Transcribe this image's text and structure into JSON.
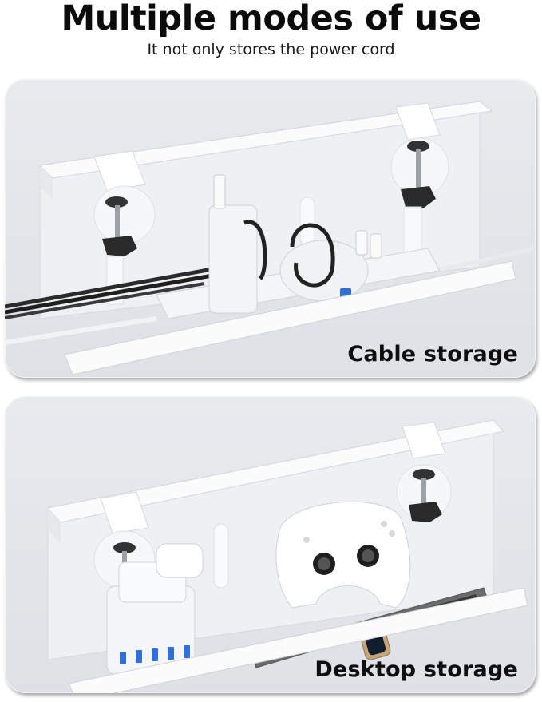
{
  "header": {
    "title": "Multiple modes of use",
    "subtitle": "It not only stores the power cord"
  },
  "panels": [
    {
      "caption": "Cable storage",
      "scene": "under-desk cable tray with clamps holding power strip, adapter, USB hub and cables",
      "icons": [
        "cable-tray",
        "clamp",
        "power-strip",
        "power-adapter",
        "usb-hub",
        "cables"
      ]
    },
    {
      "caption": "Desktop storage",
      "scene": "under-desk tray with USB charging station, earbuds case, game controller and smartwatch on felt mat",
      "icons": [
        "cable-tray",
        "clamp",
        "usb-charging-station",
        "earbuds-case",
        "game-controller",
        "smartwatch",
        "felt-mat"
      ]
    }
  ],
  "colors": {
    "panel_bg": "#e4e6ea",
    "tray_white": "#f7f8fa",
    "tray_shadow": "#cfd2d8",
    "text": "#0b0b0b",
    "usb_blue": "#2f6fd6",
    "felt_gray": "#6b6b6b"
  }
}
